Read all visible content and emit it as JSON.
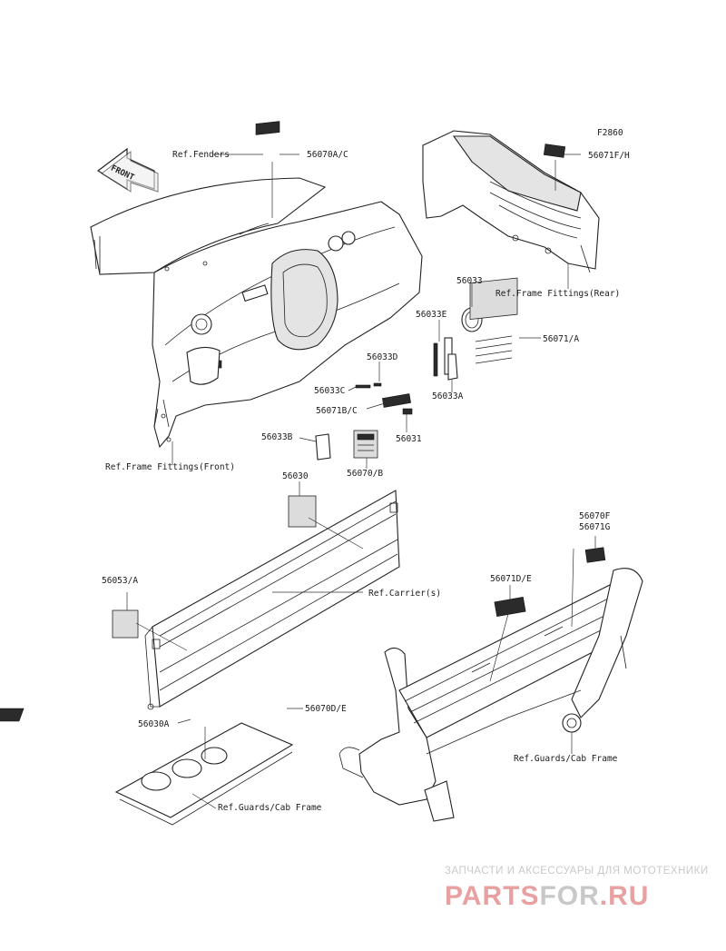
{
  "figure_id": "F2860",
  "labels": {
    "ref_fenders": "Ref.Fenders",
    "p_56070AC": "56070A/C",
    "p_56071FH": "56071F/H",
    "ref_frame_rear": "Ref.Frame Fittings(Rear)",
    "p_56033": "56033",
    "p_56033E": "56033E",
    "p_56071A": "56071/A",
    "p_56033D": "56033D",
    "p_56033C": "56033C",
    "p_56033A": "56033A",
    "p_56071BC": "56071B/C",
    "p_56031": "56031",
    "p_56033B": "56033B",
    "p_56070B": "56070/B",
    "ref_frame_front": "Ref.Frame Fittings(Front)",
    "p_56030": "56030",
    "p_56070F": "56070F",
    "p_56071G": "56071G",
    "p_56053A": "56053/A",
    "ref_carrier": "Ref.Carrier(s)",
    "p_56071DE": "56071D/E",
    "p_56070DE": "56070D/E",
    "p_56030A": "56030A",
    "ref_guards_cab_1": "Ref.Guards/Cab Frame",
    "ref_guards_cab_2": "Ref.Guards/Cab Frame"
  },
  "icons": {
    "front_arrow": "front-arrow-icon"
  },
  "front_arrow_text": "FRONT",
  "watermark": {
    "tagline": "ЗАПЧАСТИ И АКСЕССУАРЫ ДЛЯ МОТОТЕХНИКИ",
    "logo_part1": "PARTS",
    "logo_part2": "FOR",
    "logo_part3": ".RU",
    "color_red": "#e8a0a0",
    "color_gray": "#c8c8c8"
  }
}
